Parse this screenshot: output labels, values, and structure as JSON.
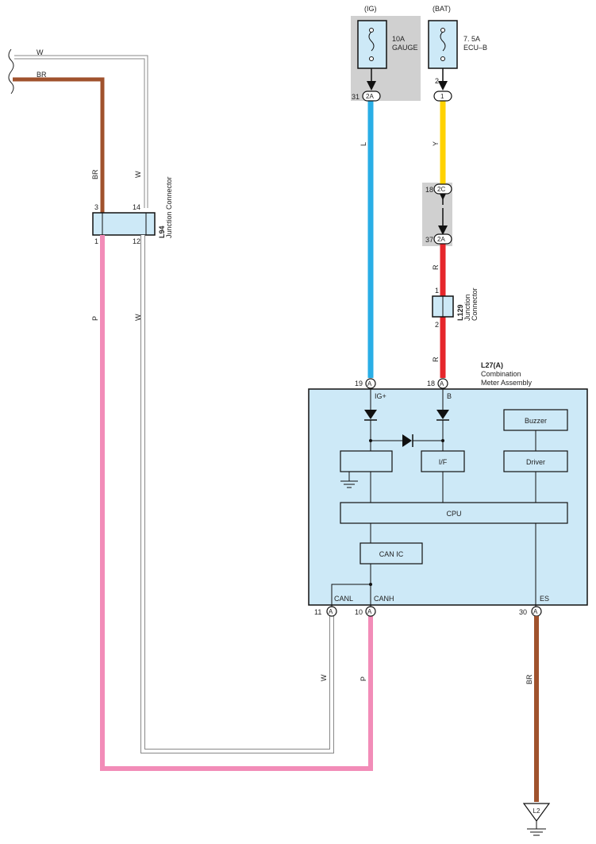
{
  "colors": {
    "brown": "#a0522d",
    "pink": "#f28cb8",
    "blue": "#29aee6",
    "yellow": "#ffd200",
    "red": "#e6262b",
    "box_fill": "#cde9f7",
    "gray_fill": "#d0d0d0"
  },
  "fuses": {
    "ig": {
      "header": "(IG)",
      "rating": "10A",
      "name": "GAUGE"
    },
    "bat": {
      "header": "(BAT)",
      "rating": "7. 5A",
      "name": "ECU–B"
    }
  },
  "connectors": {
    "c2A_top": {
      "pin": "31",
      "label": "2A"
    },
    "c1_top": {
      "pin": "2",
      "label": "1"
    },
    "c2C": {
      "pin": "18",
      "label": "2C"
    },
    "c2A_mid": {
      "pin": "37",
      "label": "2A"
    },
    "ig_in": {
      "pin": "19",
      "label": "A"
    },
    "b_in": {
      "pin": "18",
      "label": "A"
    },
    "canl": {
      "pin": "11",
      "label": "A"
    },
    "canh": {
      "pin": "10",
      "label": "A"
    },
    "es": {
      "pin": "30",
      "label": "A"
    }
  },
  "wires": {
    "w_top": "W",
    "br_top": "BR",
    "br_vert": "BR",
    "w_vert": "W",
    "p_left": "P",
    "w_left": "W",
    "l_blue": "L",
    "y": "Y",
    "r1": "R",
    "r2": "R",
    "w_canl": "W",
    "p_canh": "P",
    "br_es": "BR"
  },
  "l94": {
    "code": "L94",
    "name": "Junction Connector",
    "pin3": "3",
    "pin14": "14",
    "pin1": "1",
    "pin12": "12"
  },
  "l129": {
    "code": "L129",
    "name_line1": "Junction",
    "name_line2": "Connector",
    "pin1": "1",
    "pin2": "2"
  },
  "meter": {
    "code": "L27(A)",
    "name_line1": "Combination",
    "name_line2": "Meter Assembly",
    "pin_ig": "IG+",
    "pin_b": "B",
    "pin_canl": "CANL",
    "pin_canh": "CANH",
    "pin_es": "ES",
    "blocks": {
      "buzzer": "Buzzer",
      "if": "I/F",
      "driver": "Driver",
      "cpu": "CPU",
      "can_ic": "CAN IC"
    }
  },
  "ground": {
    "label": "L2"
  }
}
